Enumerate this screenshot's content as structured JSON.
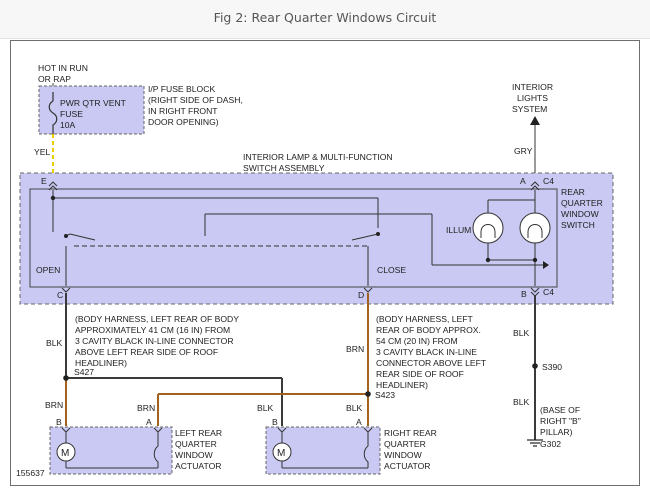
{
  "title": "Fig 2: Rear Quarter Windows Circuit",
  "figure_number": "155637",
  "power": {
    "line1": "HOT IN RUN",
    "line2": "OR RAP"
  },
  "fuse": {
    "name_line1": "PWR QTR VENT",
    "name_line2": "FUSE",
    "rating": "10A"
  },
  "fuse_block": {
    "line1": "I/P FUSE BLOCK",
    "line2": "(RIGHT SIDE OF DASH,",
    "line3": "IN RIGHT FRONT",
    "line4": "DOOR OPENING)"
  },
  "interior_lights": {
    "line1": "INTERIOR",
    "line2": "LIGHTS",
    "line3": "SYSTEM"
  },
  "wires": {
    "yel": "YEL",
    "gry": "GRY",
    "blk": "BLK",
    "brn": "BRN"
  },
  "switch_assembly": {
    "line1": "INTERIOR LAMP & MULTI-FUNCTION",
    "line2": "SWITCH ASSEMBLY"
  },
  "switch_name": {
    "line1": "REAR",
    "line2": "QUARTER",
    "line3": "WINDOW",
    "line4": "SWITCH"
  },
  "illum": "ILLUM",
  "open": "OPEN",
  "close": "CLOSE",
  "terminals": {
    "e": "E",
    "a": "A",
    "b": "B",
    "c": "C",
    "d": "D",
    "c4": "C4"
  },
  "left_harness_note": {
    "line1": "(BODY HARNESS, LEFT REAR OF BODY",
    "line2": "APPROXIMATELY 41 CM (16 IN) FROM",
    "line3": "3 CAVITY BLACK IN-LINE CONNECTOR",
    "line4": "ABOVE LEFT REAR SIDE OF ROOF",
    "line5": "HEADLINER)"
  },
  "right_harness_note": {
    "line1": "(BODY HARNESS, LEFT",
    "line2": "REAR OF BODY APPROX.",
    "line3": "54 CM (20 IN) FROM",
    "line4": "3 CAVITY BLACK IN-LINE",
    "line5": "CONNECTOR ABOVE LEFT",
    "line6": "REAR SIDE OF ROOF",
    "line7": "HEADLINER)"
  },
  "splices": {
    "s427": "S427",
    "s423": "S423",
    "s390": "S390"
  },
  "ground": {
    "line1": "(BASE OF",
    "line2": "RIGHT \"B\"",
    "line3": "PILLAR)",
    "name": "G302"
  },
  "left_actuator": {
    "line1": "LEFT REAR",
    "line2": "QUARTER",
    "line3": "WINDOW",
    "line4": "ACTUATOR"
  },
  "right_actuator": {
    "line1": "RIGHT REAR",
    "line2": "QUARTER",
    "line3": "WINDOW",
    "line4": "ACTUATOR"
  },
  "motor_symbol": "M",
  "colors": {
    "component_fill": "#c9c9f3",
    "component_stroke": "#555555",
    "yellow_wire": "#e8d000",
    "brown_wire": "#a0621c",
    "black_wire": "#3a3a3a",
    "grey_wire": "#9a9a9a"
  }
}
